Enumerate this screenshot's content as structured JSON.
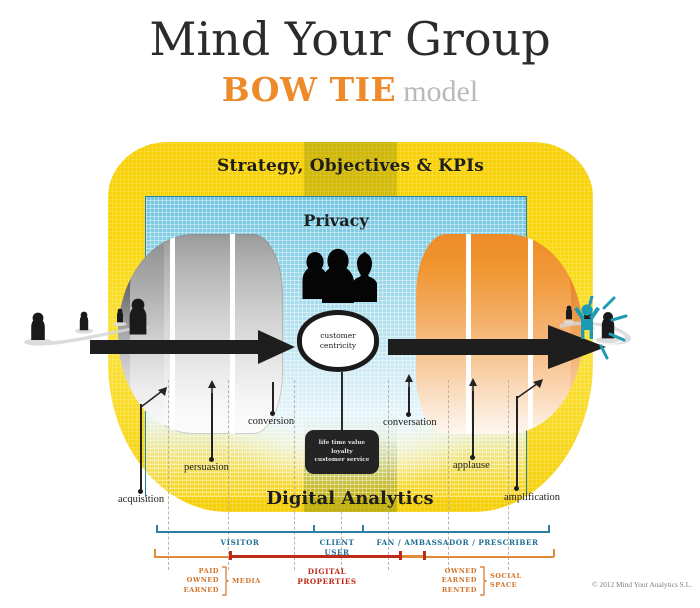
{
  "title": {
    "line1": "Mind Your Group",
    "brand": "BOW TIE",
    "suffix": "model"
  },
  "colors": {
    "yellow": "#F9D70C",
    "orange": "#ED8B2A",
    "gray": "#B4B4B4",
    "blue": "#70C4E0",
    "teal_accent": "#1D9BB5",
    "red": "#BE2A18",
    "dark": "#1d1d1d"
  },
  "diagram": {
    "top_banner": "Strategy, Objectives & KPIs",
    "privacy_label": "Privacy",
    "bottom_banner": "Digital Analytics",
    "center_node": "customer\ncentricity",
    "center_node_line1": "customer",
    "center_node_line2": "centricity",
    "value_box": {
      "line1": "life time value",
      "line2": "loyalty",
      "line3": "customer service"
    },
    "stages": [
      {
        "label": "acquisition",
        "side": "left"
      },
      {
        "label": "persuasion",
        "side": "left"
      },
      {
        "label": "conversion",
        "side": "left"
      },
      {
        "label": "conversation",
        "side": "right"
      },
      {
        "label": "applause",
        "side": "right"
      },
      {
        "label": "amplification",
        "side": "right"
      }
    ]
  },
  "audience_brackets": [
    {
      "label": "VISITOR"
    },
    {
      "label": "CLIENT\nUSER",
      "line1": "CLIENT",
      "line2": "USER"
    },
    {
      "label": "FAN / AMBASSADOR / PRESCRIBER"
    }
  ],
  "channel_brackets": {
    "media": {
      "items": [
        "PAID",
        "OWNED",
        "EARNED"
      ],
      "line1": "PAID",
      "line2": "OWNED",
      "line3": "EARNED",
      "group": "MEDIA"
    },
    "digital_properties": {
      "line1": "DIGITAL",
      "line2": "PROPERTIES"
    },
    "social": {
      "items": [
        "OWNED",
        "EARNED",
        "RENTED"
      ],
      "line1": "OWNED",
      "line2": "EARNED",
      "line3": "RENTED",
      "group_line1": "SOCIAL",
      "group_line2": "SPACE"
    }
  },
  "footer": {
    "copyright": "© 2012 Mind Your Analytics S.L."
  }
}
